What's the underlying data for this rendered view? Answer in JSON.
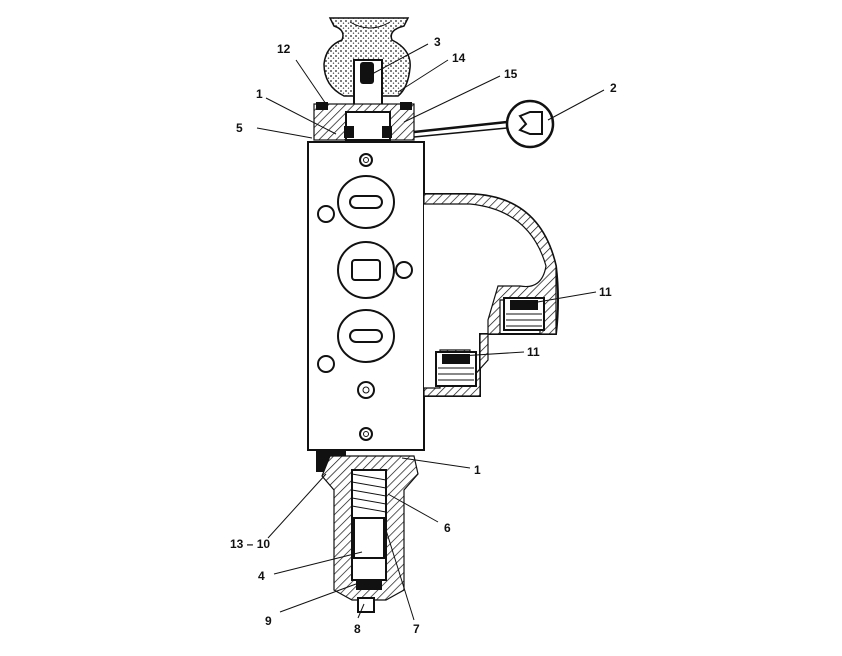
{
  "figure": {
    "background_color": "#ffffff",
    "ink_color": "#111111",
    "callouts": {
      "c1_top": "1",
      "c1_bottom": "1",
      "c2": "2",
      "c3": "3",
      "c4": "4",
      "c5": "5",
      "c6": "6",
      "c7": "7",
      "c8": "8",
      "c9": "9",
      "c11_upper": "11",
      "c11_lower": "11",
      "c12": "12",
      "c13_10": "13 – 10",
      "c14": "14",
      "c15": "15"
    }
  }
}
